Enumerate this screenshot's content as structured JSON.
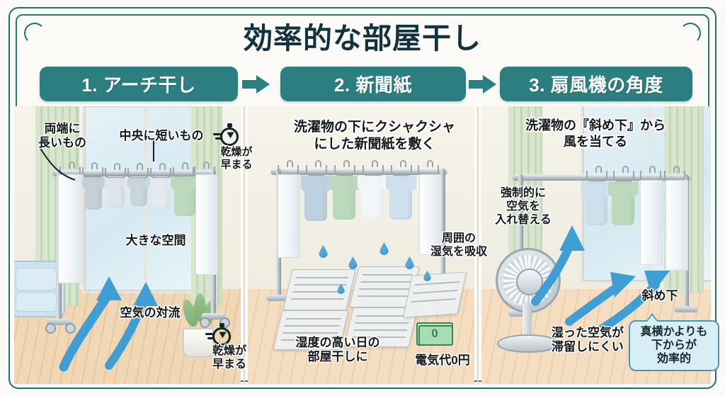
{
  "title": "効率的な部屋干し",
  "theme": {
    "accent_teal": "#2b7f80",
    "frame_teal": "#1f7070",
    "title_color": "#12323f",
    "arrow_blue": "#3f9fd4",
    "bubble_fill": "#d8eef5",
    "bubble_border": "#4d97b5",
    "background": "#fbfaf6"
  },
  "steps": [
    {
      "id": "step-1",
      "chip_label": "1. アーチ干し",
      "notes": {
        "left_top": "両端に\n長いもの",
        "left_top_l1": "両端に",
        "left_top_l2": "長いもの",
        "center_top": "中央に短いもの",
        "space": "大きな空間",
        "convection": "空気の対流",
        "timer_top_l1": "乾燥が",
        "timer_top_l2": "早まる",
        "timer_bottom_l1": "乾燥が",
        "timer_bottom_l2": "早まる"
      },
      "icons": [
        "stopwatch-icon",
        "stopwatch-icon"
      ]
    },
    {
      "id": "step-2",
      "chip_label": "2. 新聞紙",
      "notes": {
        "headline_l1": "洗濯物の下にクシャクシャ",
        "headline_l2": "にした新聞紙を敷く",
        "absorb_l1": "周囲の",
        "absorb_l2": "湿気を吸収",
        "humid_l1": "湿度の高い日の",
        "humid_l2": "部屋干しに",
        "cost": "電気代0円",
        "bill_value": "0"
      },
      "icons": [
        "banknote-icon",
        "water-drop-icon"
      ]
    },
    {
      "id": "step-3",
      "chip_label": "3. 扇風機の角度",
      "notes": {
        "headline_l1": "洗濯物の『斜め下』から",
        "headline_l2": "風を当てる",
        "force_l1": "強制的に",
        "force_l2": "空気を",
        "force_l3": "入れ替える",
        "diagonal": "斜め下",
        "stagnate_l1": "湿った空気が",
        "stagnate_l2": "滞留しにくい",
        "bubble_l1": "真横かよりも",
        "bubble_l2": "下からが",
        "bubble_l3": "効率的"
      },
      "icons": [
        "electric-fan-icon",
        "airflow-arrow-icon"
      ]
    }
  ],
  "step_arrows": [
    "→",
    "→"
  ]
}
